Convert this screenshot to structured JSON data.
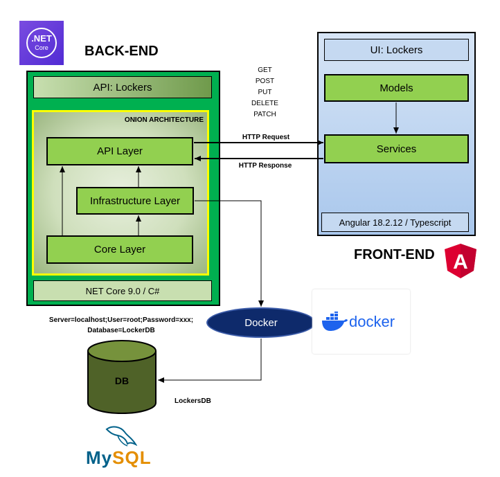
{
  "backend": {
    "title": "BACK-END",
    "logo_text_main": ".NET",
    "logo_text_sub": "Core",
    "api_header": "API: Lockers",
    "architecture_label": "ONION ARCHITECTURE",
    "api_layer": "API Layer",
    "infrastructure_layer": "Infrastructure Layer",
    "core_layer": "Core Layer",
    "footer": "NET Core 9.0 / C#"
  },
  "frontend": {
    "title": "FRONT-END",
    "header": "UI: Lockers",
    "models": "Models",
    "services": "Services",
    "footer": "Angular 18.2.12 / Typescript",
    "logo_letter": "A"
  },
  "http": {
    "methods": [
      "GET",
      "POST",
      "PUT",
      "DELETE",
      "PATCH"
    ],
    "request_label": "HTTP Request",
    "response_label": "HTTP Response"
  },
  "docker": {
    "node_label": "Docker",
    "logo_text": "docker"
  },
  "database": {
    "connection_line1": "Server=localhost;User=root;Password=xxx;",
    "connection_line2": "Database=LockerDB",
    "db_label": "DB",
    "link_label": "LockersDB",
    "mysql_logo_text": "MySQL",
    "mysql_logo_accent": "SQL"
  },
  "colors": {
    "backend_frame": "#00b050",
    "onion_border": "#ffff00",
    "layer_fill": "#92d050",
    "frontend_fill": "#c5d9f1",
    "docker_node": "#0e2a6b",
    "docker_blue": "#1d63ed",
    "angular_red": "#dd0031",
    "net_purple": "#512bd4",
    "db_fill": "#4f6228"
  }
}
